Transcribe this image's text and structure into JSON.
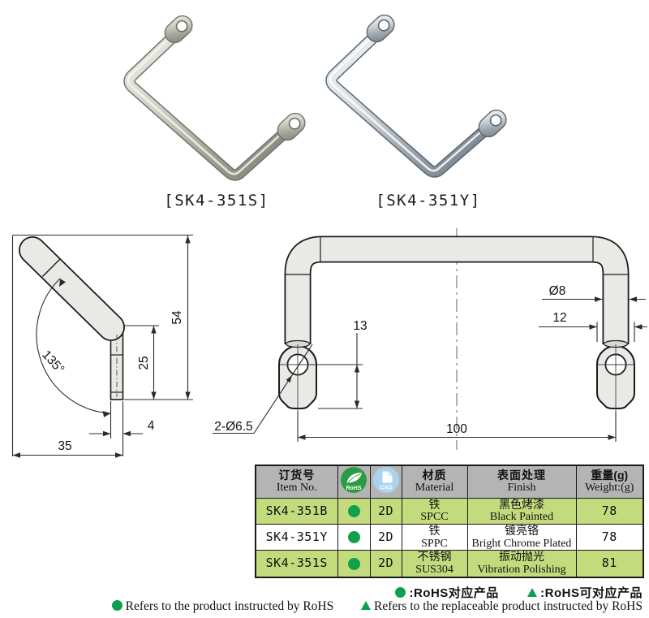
{
  "colors": {
    "row_highlight": "#c3db7d",
    "header_gray": "#b4b4b4",
    "rohs_green": "#12a14b",
    "cad_blue": "#a9d3ef",
    "drawing_line": "#1c1c1c",
    "drawing_fill": "#e9e9e6"
  },
  "products": [
    {
      "label": "[SK4-351S]"
    },
    {
      "label": "[SK4-351Y]"
    }
  ],
  "side_view": {
    "angle": "135°",
    "height": "54",
    "grip_height": "25",
    "thickness": "4",
    "depth": "35"
  },
  "front_view": {
    "diameter": "Ø8",
    "eyelet_width": "12",
    "hole_offset": "13",
    "span": "100",
    "holes": "2-Ø6.5"
  },
  "table": {
    "header": {
      "item_cn": "订货号",
      "item_en": "Item No.",
      "rohs_label": "RoHS",
      "cad_label": "CAD",
      "material_cn": "材质",
      "material_en": "Material",
      "finish_cn": "表面处理",
      "finish_en": "Finish",
      "weight_cn": "重量(g)",
      "weight_en": "Weight:(g)"
    },
    "rows": [
      {
        "item": "SK4-351B",
        "cad": "2D",
        "material_cn": "铁",
        "material_en": "SPCC",
        "finish_cn": "黑色烤漆",
        "finish_en": "Black Painted",
        "weight": "78"
      },
      {
        "item": "SK4-351Y",
        "cad": "2D",
        "material_cn": "铁",
        "material_en": "SPPC",
        "finish_cn": "镀亮铬",
        "finish_en": "Bright Chrome Plated",
        "weight": "78"
      },
      {
        "item": "SK4-351S",
        "cad": "2D",
        "material_cn": "不锈钢",
        "material_en": "SUS304",
        "finish_cn": "振动抛光",
        "finish_en": "Vibration Polishing",
        "weight": "81"
      }
    ]
  },
  "legend": {
    "cn_dot_text": ":RoHS对应产品",
    "cn_tri_text": ":RoHS可对应产品",
    "en_dot_text": "Refers to the product instructed by RoHS",
    "en_tri_text": "Refers to the replaceable product instructed by RoHS"
  }
}
